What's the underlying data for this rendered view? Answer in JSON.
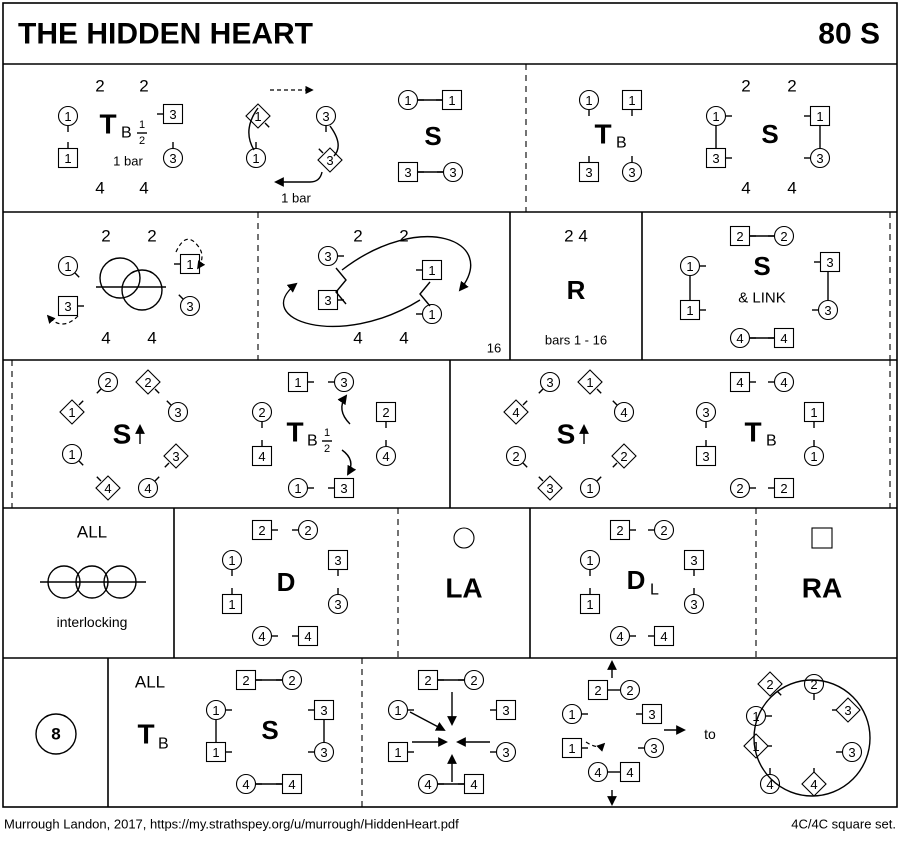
{
  "title": "THE HIDDEN HEART",
  "tempo": "80 S",
  "footer": {
    "credit": "Murrough Landon, 2017, https://my.strathspey.org/u/murrough/HiddenHeart.pdf",
    "set": "4C/4C  square set."
  },
  "labels": {
    "two": "2",
    "four": "4",
    "twofour": "2 4",
    "one_bar": "1 bar",
    "bars": "bars 1 - 16",
    "sixteen": "16",
    "all": "ALL",
    "interlocking": "interlocking",
    "link": "& LINK",
    "to": "to",
    "round_eight": "8"
  },
  "figures": {
    "T": "T",
    "S": "S",
    "R": "R",
    "D": "D",
    "LA": "LA",
    "RA": "RA",
    "sub_B": "B",
    "sub_L": "L",
    "half_num": "1",
    "half_den": "2"
  }
}
